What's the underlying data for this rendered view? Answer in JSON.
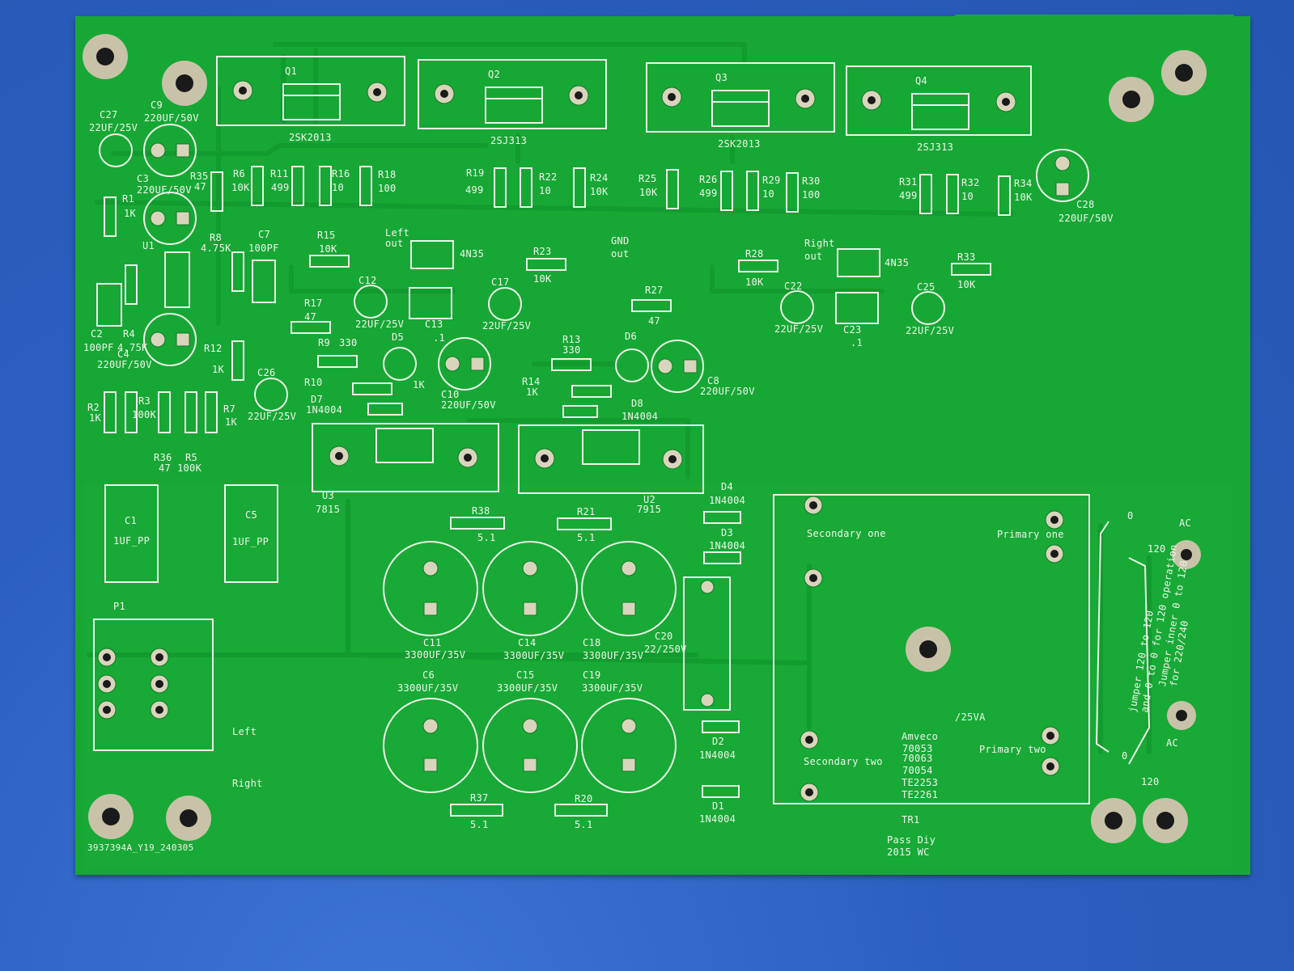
{
  "colors": {
    "background": "#2f63c4",
    "board": "#17a735",
    "silkscreen": "#e9f5e6",
    "pad": "#d9d4bc"
  },
  "labels": {
    "q1": "Q1",
    "q2": "Q2",
    "q3": "Q3",
    "q4": "Q4",
    "c27": "C27",
    "c27v": "22UF/25V",
    "c9": "C9",
    "c9v": "220UF/50V",
    "q1part": "2SK2013",
    "q2part": "2SJ313",
    "q3part": "2SK2013",
    "q4part": "2SJ313",
    "r35": "R35",
    "r35v": "47",
    "r6": "R6",
    "r6v": "10K",
    "r11": "R11",
    "r11v": "499",
    "r16": "R16",
    "r16v": "10",
    "r18": "R18",
    "r18v": "100",
    "r19": "R19",
    "r19v": "499",
    "r22": "R22",
    "r22v": "10",
    "r24": "R24",
    "r24v": "10K",
    "r25": "R25",
    "r25v": "10K",
    "r26": "R26",
    "r26v": "499",
    "r29": "R29",
    "r29v": "10",
    "r30": "R30",
    "r30v": "100",
    "r31": "R31",
    "r31v": "499",
    "r32": "R32",
    "r32v": "10",
    "r34": "R34",
    "r34v": "10K",
    "c28": "C28",
    "c28v": "220UF/50V",
    "c3": "C3",
    "c3v": "220UF/50V",
    "r1": "R1",
    "r1v": "1K",
    "u1": "U1",
    "r8": "R8",
    "r8v": "4.75K",
    "c7": "C7",
    "c7v": "100PF",
    "r15": "R15",
    "r15v": "10K",
    "leftout": "Left out",
    "u4n35a": "4N35",
    "gndout": "GND out",
    "r23": "R23",
    "r23v": "10K",
    "rightout": "Right out",
    "r28": "R28",
    "r28v": "10K",
    "u4n35b": "4N35",
    "r33": "R33",
    "r33v": "10K",
    "c12": "C12",
    "c12v": "22UF/25V",
    "r17": "R17",
    "r17v": "47",
    "c13": "C13",
    "c13v": ".1",
    "c17": "C17",
    "c17v": "22UF/25V",
    "r27": "R27",
    "r27v": "47",
    "c22": "C22",
    "c22v": "22UF/25V",
    "c23": "C23",
    "c23v": ".1",
    "c25": "C25",
    "c25v": "22UF/25V",
    "c2": "C2",
    "c2v": "100PF",
    "r4": "R4",
    "r4v": "4.75K",
    "c4": "C4",
    "c4v": "220UF/50V",
    "r12": "R12",
    "r12v": "1K",
    "r9": "R9",
    "r9v": "330",
    "d5": "D5",
    "c10": "C10",
    "c10v": "220UF/50V",
    "r13": "R13",
    "r13v": "330",
    "d6": "D6",
    "c8": "C8",
    "c8v": "220UF/50V",
    "r10": "R10",
    "r10v": "1K",
    "r14": "R14",
    "r14v": "1K",
    "d7": "D7",
    "d7v": "1N4004",
    "d8": "D8",
    "d8v": "1N4004",
    "c26": "C26",
    "c26v": "22UF/25V",
    "r2": "R2",
    "r2v": "1K",
    "r3": "R3",
    "r3v": "100K",
    "r7": "R7",
    "r7v": "1K",
    "r36": "R36",
    "r36v": "47",
    "r5": "R5",
    "r5v": "100K",
    "u3": "U3",
    "u3v": "7815",
    "u2": "U2",
    "u2v": "7915",
    "c1": "C1",
    "c1v": "1UF_PP",
    "c5": "C5",
    "c5v": "1UF_PP",
    "p1": "P1",
    "left": "Left",
    "right": "Right",
    "r38": "R38",
    "r38v": "5.1",
    "r21": "R21",
    "r21v": "5.1",
    "d4": "D4",
    "d4v": "1N4004",
    "d3": "D3",
    "d3v": "1N4004",
    "c11": "C11",
    "c11v": "3300UF/35V",
    "c14": "C14",
    "c14v": "3300UF/35V",
    "c18": "C18",
    "c18v": "3300UF/35V",
    "c20": "C20",
    "c20v": "22/250V",
    "c6": "C6",
    "c6v": "3300UF/35V",
    "c15": "C15",
    "c15v": "3300UF/35V",
    "c19": "C19",
    "c19v": "3300UF/35V",
    "r37": "R37",
    "r37v": "5.1",
    "r20": "R20",
    "r20v": "5.1",
    "d2": "D2",
    "d2v": "1N4004",
    "d1": "D1",
    "d1v": "1N4004",
    "sec1": "Secondary one",
    "pri1": "Primary one",
    "sec2": "Secondary two",
    "pri2": "Primary two",
    "va": "/25VA",
    "amveco": "Amveco",
    "m1": "70053",
    "m2": "70063",
    "m3": "70054",
    "m4": "TE2253",
    "m5": "TE2261",
    "tr1": "TR1",
    "passdiy": "Pass Diy",
    "wc": "2015 WC",
    "j0a": "0",
    "j120a": "120",
    "j0b": "0",
    "j120b": "120",
    "ac1": "AC",
    "ac2": "AC",
    "jumper1": "jumper 120 to 120",
    "jumper2": "and 0 to 0 for 120 operation",
    "jumper3": "Jumper inner 0 to 120",
    "jumper4": "for 220/240",
    "serial": "3937394A_Y19_240305"
  }
}
